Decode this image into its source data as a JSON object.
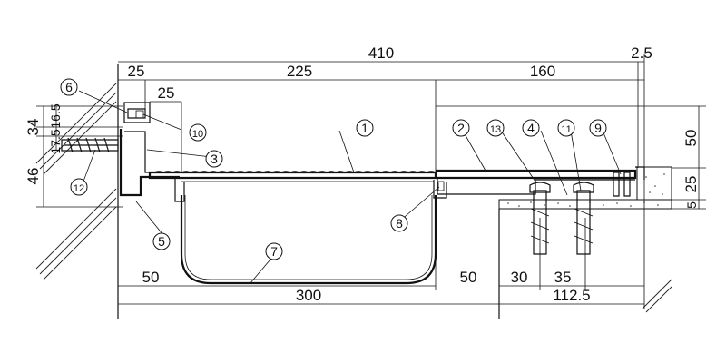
{
  "dimensions": {
    "top_total": "410",
    "top_right_gap": "2.5",
    "top_left": "25",
    "top_mid": "225",
    "top_right": "160",
    "inner_25": "25",
    "left_34": "34",
    "left_16_5": "16.5",
    "left_17_5": "17.5",
    "left_46": "46",
    "right_50": "50",
    "right_25": "25",
    "right_5": "5",
    "bottom_50_left": "50",
    "bottom_300": "300",
    "bottom_50_right": "50",
    "bottom_30": "30",
    "bottom_35": "35",
    "bottom_112_5": "112.5"
  },
  "callouts": [
    "1",
    "2",
    "3",
    "4",
    "5",
    "6",
    "7",
    "8",
    "9",
    "10",
    "11",
    "12",
    "13"
  ]
}
